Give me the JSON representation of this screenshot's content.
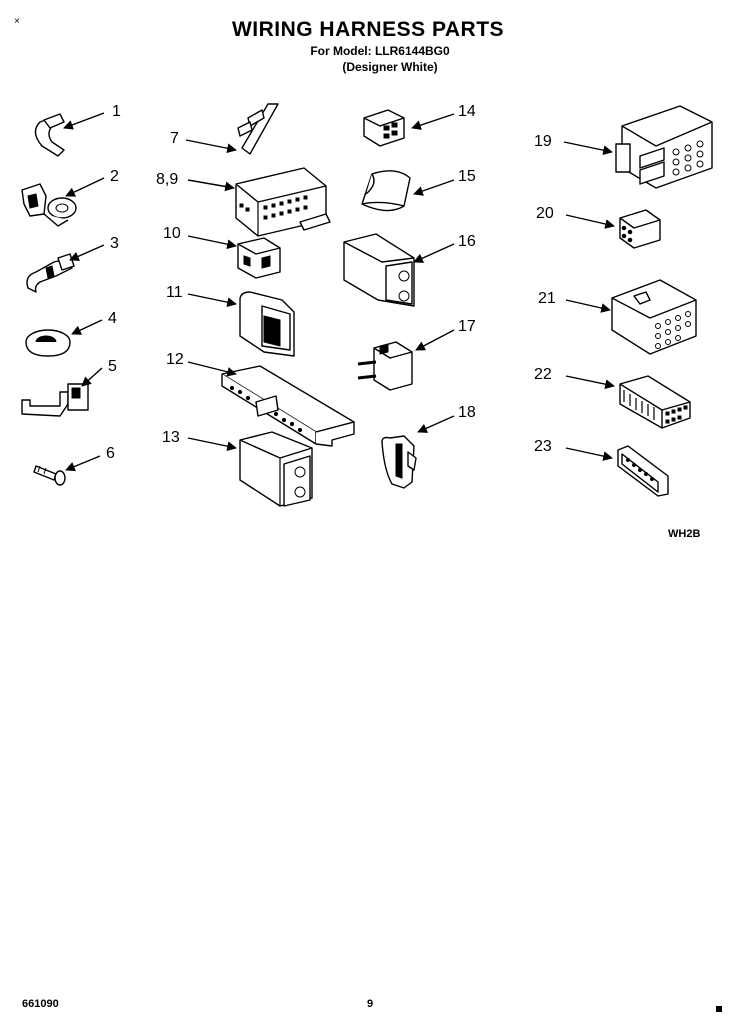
{
  "header": {
    "corner_mark": "×",
    "title": "WIRING HARNESS PARTS",
    "model_line": "For Model: LLR6144BG0",
    "color_line": "(Designer White)"
  },
  "diagram_code": "WH2B",
  "footer": {
    "doc_number": "661090",
    "page_number": "9"
  },
  "parts": [
    {
      "label": "1"
    },
    {
      "label": "2"
    },
    {
      "label": "3"
    },
    {
      "label": "4"
    },
    {
      "label": "5"
    },
    {
      "label": "6"
    },
    {
      "label": "7"
    },
    {
      "label": "8,9"
    },
    {
      "label": "10"
    },
    {
      "label": "11"
    },
    {
      "label": "12"
    },
    {
      "label": "13"
    },
    {
      "label": "14"
    },
    {
      "label": "15"
    },
    {
      "label": "16"
    },
    {
      "label": "17"
    },
    {
      "label": "18"
    },
    {
      "label": "19"
    },
    {
      "label": "20"
    },
    {
      "label": "21"
    },
    {
      "label": "22"
    },
    {
      "label": "23"
    }
  ]
}
